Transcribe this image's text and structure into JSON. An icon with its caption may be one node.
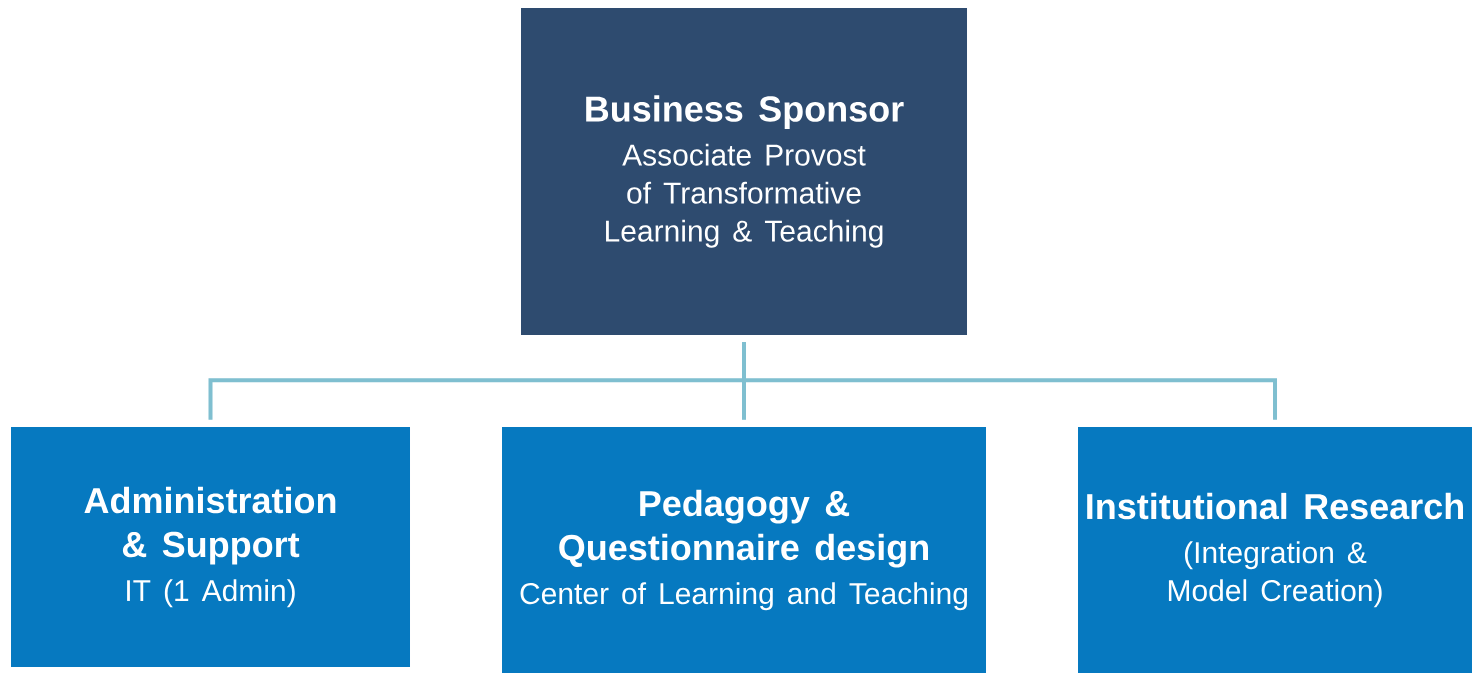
{
  "diagram": {
    "nodes": [
      {
        "text": [
          "Business Sponsor",
          "Associate Provost of Transformative Learning & Teaching"
        ]
      },
      {
        "text": [
          "Administration & Support",
          "IT (1 Admin)"
        ]
      },
      {
        "text": [
          "Pedagogy & Questionnaire design",
          "Center of Learning and Teaching"
        ]
      },
      {
        "text": [
          "Institutional Research",
          "(Integration & Model Creation)"
        ]
      }
    ],
    "edges": [
      {
        "from": 0,
        "to": 1,
        "arrow": "none"
      },
      {
        "from": 0,
        "to": 2,
        "arrow": "none"
      },
      {
        "from": 0,
        "to": 3,
        "arrow": "none"
      }
    ]
  }
}
